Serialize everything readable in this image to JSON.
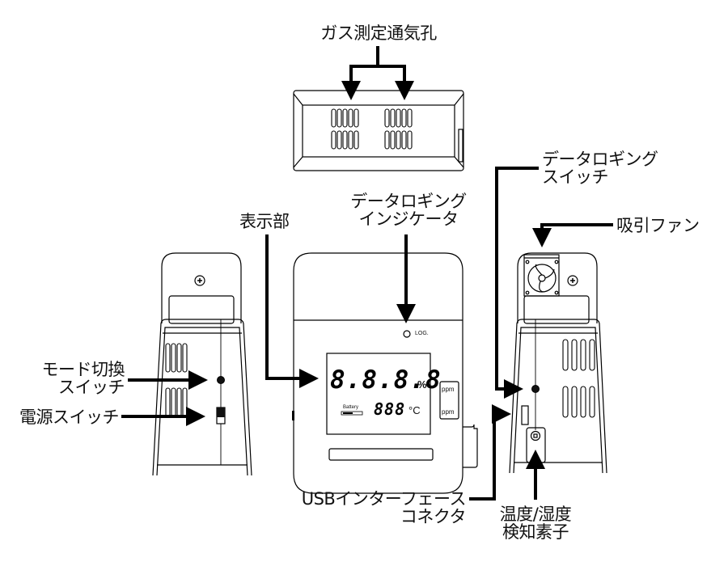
{
  "diagram": {
    "title": "Gas data logger – part names",
    "labels": {
      "gas_vent": "ガス測定通気孔",
      "display": "表示部",
      "log_indicator_line1": "データロギング",
      "log_indicator_line2": "インジケータ",
      "log_switch_line1": "データロギング",
      "log_switch_line2": "スイッチ",
      "fan": "吸引ファン",
      "mode_switch_line1": "モード切換",
      "mode_switch_line2": "スイッチ",
      "power_switch": "電源スイッチ",
      "usb_line1": "USBインターフェース",
      "usb_line2": "コネクタ",
      "sensor_line1": "温度/湿度",
      "sensor_line2": "検知素子"
    },
    "device_text": {
      "log": "LOG.",
      "main_digits": "8.8.8.8",
      "percent": "%",
      "temp_digits": "888",
      "celsius": "°C",
      "battery": "Battery",
      "ppm_top": "ppm",
      "ppm_bottom": "ppm"
    }
  }
}
